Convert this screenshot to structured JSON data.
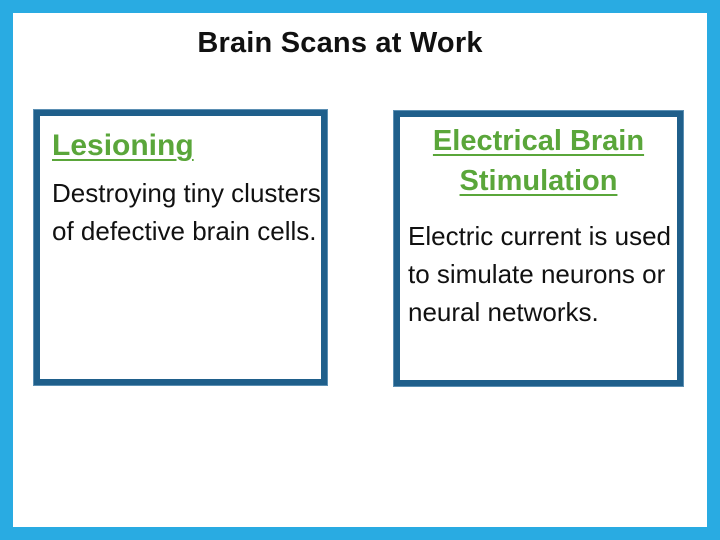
{
  "slide": {
    "title": "Brain Scans at Work",
    "border_color": "#29abe2",
    "cards": [
      {
        "heading": "Lesioning",
        "body": "Destroying tiny clusters of defective brain cells."
      },
      {
        "heading_line1": "Electrical Brain",
        "heading_line2": "Stimulation",
        "body": "Electric current is used to simulate neurons or neural networks."
      }
    ],
    "card_border_color": "#1f5f8b",
    "heading_color": "#5aa63a"
  }
}
